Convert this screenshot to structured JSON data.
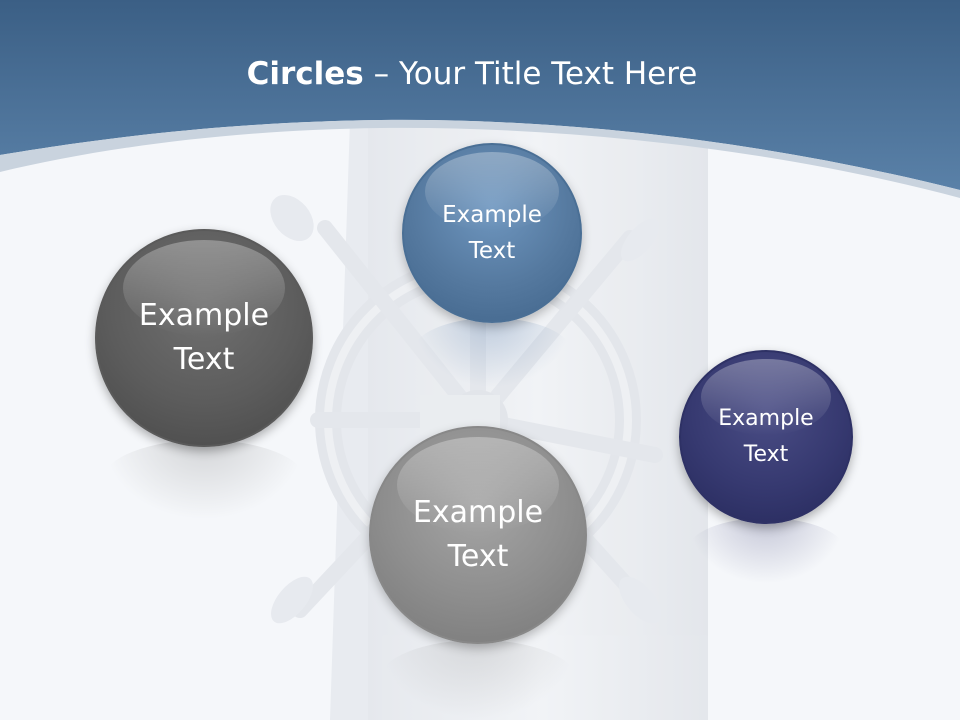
{
  "slide": {
    "title_bold": "Circles",
    "title_rest": " – Your Title Text Here",
    "circles": [
      {
        "line1": "Example",
        "line2": "Text",
        "color": "#5c5c5c"
      },
      {
        "line1": "Example",
        "line2": "Text",
        "color": "#55799f"
      },
      {
        "line1": "Example",
        "line2": "Text",
        "color": "#8d8d8d"
      },
      {
        "line1": "Example",
        "line2": "Text",
        "color": "#363970"
      }
    ]
  },
  "colors": {
    "header_top": "#3b5f85",
    "header_bottom": "#5a81a8",
    "background": "#f5f7fa"
  },
  "icons": {
    "background_graphic": "ship-wheel-icon"
  }
}
